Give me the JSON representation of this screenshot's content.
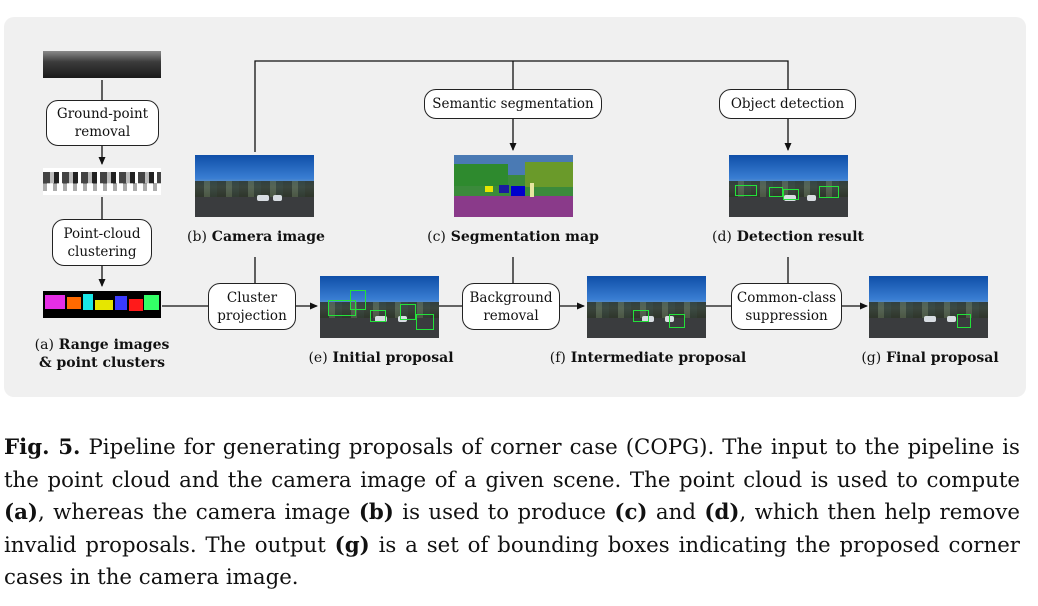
{
  "boxes": {
    "ground": [
      "Ground-point",
      "removal"
    ],
    "cluster_pc": [
      "Point-cloud",
      "clustering"
    ],
    "projection": [
      "Cluster",
      "projection"
    ],
    "background": [
      "Background",
      "removal"
    ],
    "common": [
      "Common-class",
      "suppression"
    ],
    "semantic": "Semantic segmentation",
    "object": "Object detection"
  },
  "labels": {
    "a_tag": "(a)",
    "a_line1": "Range images",
    "a_line2": "& point clusters",
    "b_tag": "(b)",
    "b_text": "Camera image",
    "c_tag": "(c)",
    "c_text": "Segmentation map",
    "d_tag": "(d)",
    "d_text": "Detection result",
    "e_tag": "(e)",
    "e_text": "Initial proposal",
    "f_tag": "(f)",
    "f_text": "Intermediate proposal",
    "g_tag": "(g)",
    "g_text": "Final proposal"
  },
  "caption": {
    "fig": "Fig. 5.",
    "t1": " Pipeline for generating proposals of corner case (COPG). The input to the pipeline is the point cloud and the camera image of a given scene. The point cloud is used to compute ",
    "ref_a": "(a)",
    "t2": ", whereas the camera image ",
    "ref_b": "(b)",
    "t3": " is used to produce ",
    "ref_c": "(c)",
    "t4": " and ",
    "ref_d": "(d)",
    "t5": ", which then help remove invalid proposals. The output ",
    "ref_g": "(g)",
    "t6": " is a set of bounding boxes indicating the proposed corner cases in the camera image."
  },
  "colors": {
    "panel_bg": "#f0f0f0",
    "detection_box": "#23e23a",
    "seg_sky": "#2e8b57",
    "seg_road": "#8a3a8a"
  }
}
